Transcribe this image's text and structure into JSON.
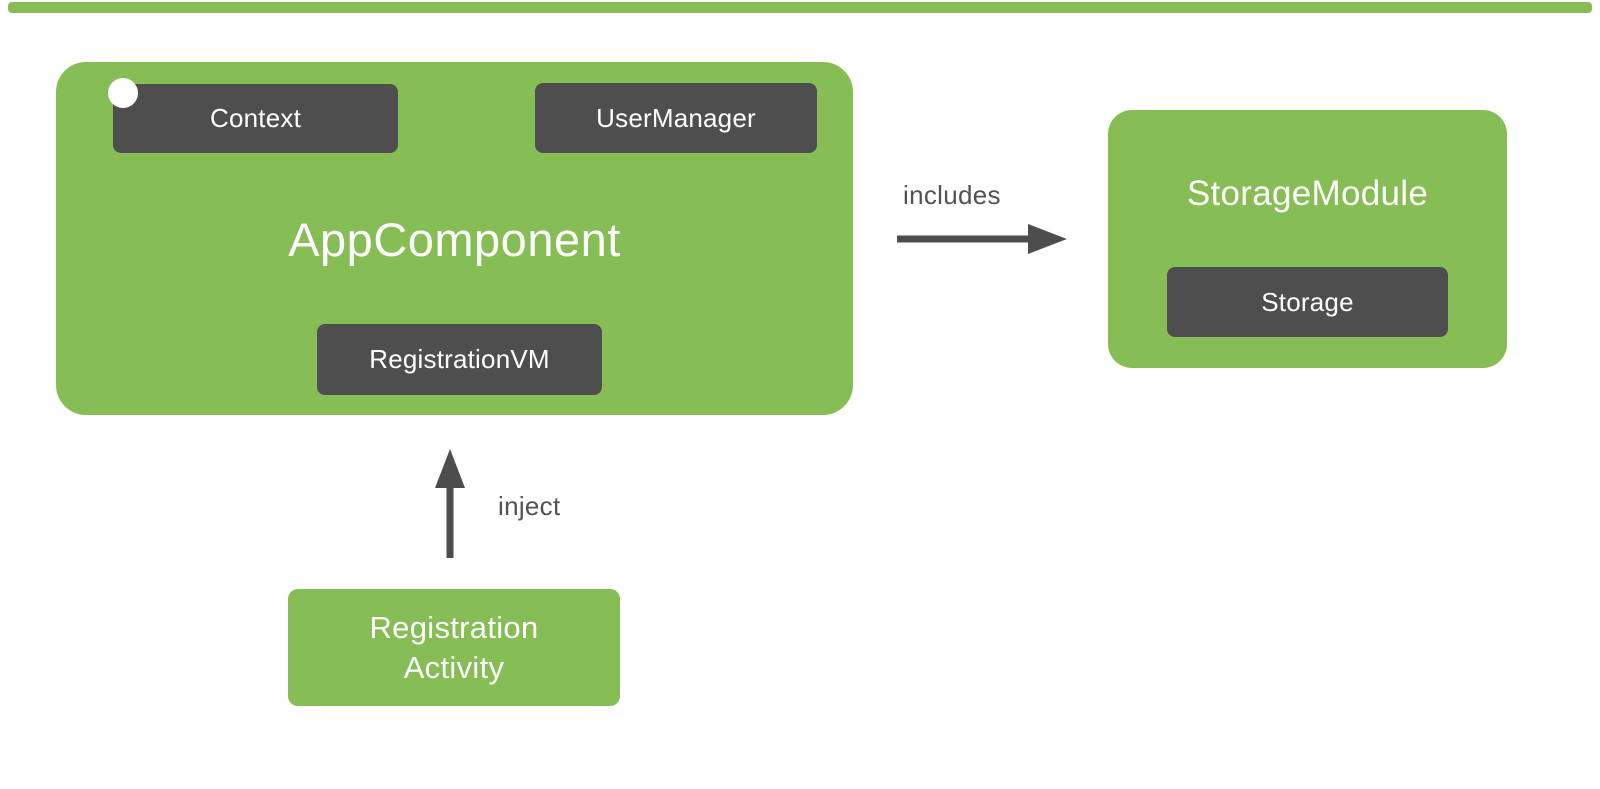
{
  "colors": {
    "module_green": "#86BE55",
    "provider_dark": "#4E4E4E",
    "text_on_box": "#ffffff",
    "edge_gray": "#4D4D4D",
    "background": "#ffffff"
  },
  "nodes": {
    "app_component": {
      "label": "AppComponent"
    },
    "context": {
      "label": "Context"
    },
    "user_manager": {
      "label": "UserManager"
    },
    "registration_vm": {
      "label": "RegistrationVM"
    },
    "storage_module": {
      "label": "StorageModule"
    },
    "storage": {
      "label": "Storage"
    },
    "registration_activity": {
      "label": "Registration Activity",
      "line1": "Registration",
      "line2": "Activity"
    }
  },
  "edges": {
    "includes": {
      "label": "includes"
    },
    "inject": {
      "label": "inject"
    }
  }
}
